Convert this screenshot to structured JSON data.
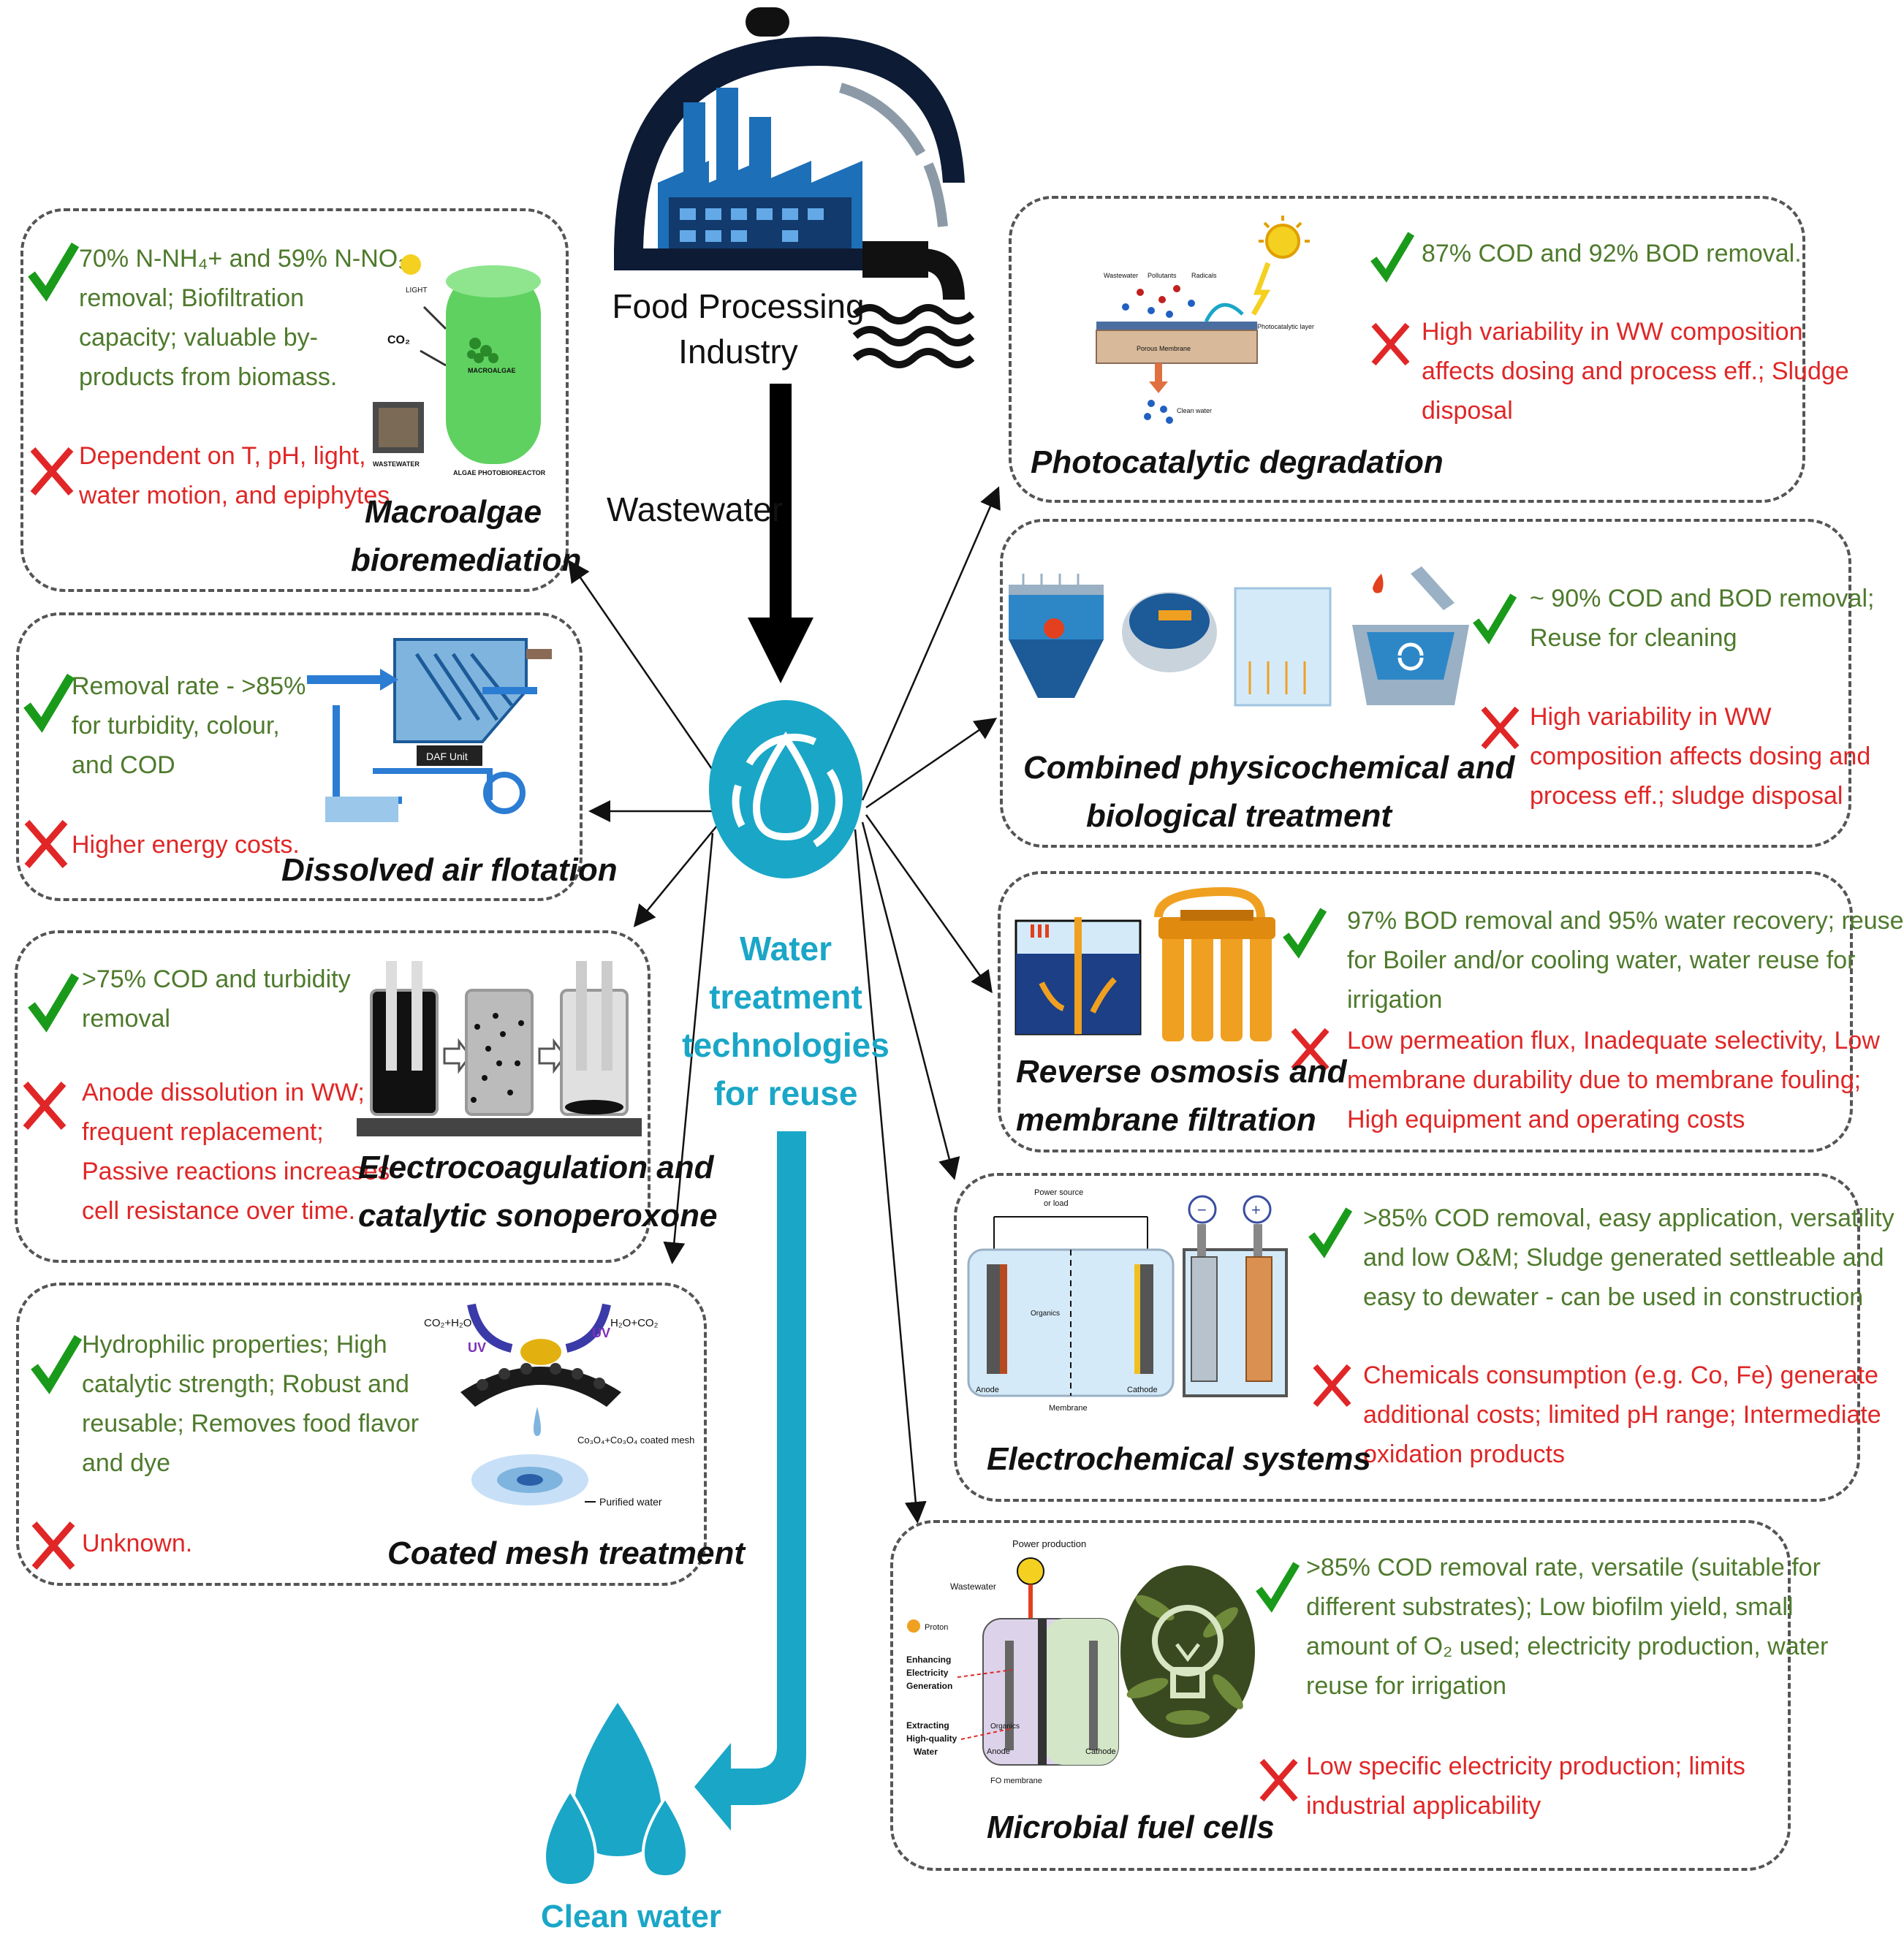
{
  "header": {
    "industry_line1": "Food Processing",
    "industry_line2": "Industry",
    "wastewater_label": "Wastewater"
  },
  "center": {
    "line1": "Water",
    "line2": "treatment",
    "line3": "technologies",
    "line4": "for reuse"
  },
  "clean_water_label": "Clean water",
  "colors": {
    "accent": "#1aa6c7",
    "pro": "#4e7a2c",
    "con": "#e02626",
    "check": "#1a9a1a",
    "cross": "#e02626"
  },
  "panels": {
    "macroalgae": {
      "title1": "Macroalgae",
      "title2": "bioremediation",
      "pros": [
        "70% N-NH₄+ and 59% N-NO₃",
        "removal; Biofiltration",
        "capacity; valuable by-",
        "products from biomass."
      ],
      "cons": [
        "Dependent  on T, pH, light,",
        "water motion, and epiphytes"
      ],
      "img_labels": {
        "light": "LIGHT",
        "co2": "CO₂",
        "wastewater": "WASTEWATER",
        "reactor": "ALGAE PHOTOBIOREACTOR",
        "macroalgae": "MACROALGAE"
      }
    },
    "daf": {
      "title": "Dissolved air flotation",
      "pros": [
        "Removal rate - >85%",
        "for turbidity,  colour,",
        "and COD"
      ],
      "cons": [
        "Higher  energy costs."
      ],
      "img_labels": {
        "unit": "DAF Unit"
      }
    },
    "electrocoag": {
      "title1": "Electrocoagulation and",
      "title2": "catalytic sonoperoxone",
      "pros": [
        ">75% COD and turbidity",
        "removal"
      ],
      "cons": [
        "Anode dissolution in WW;",
        "frequent replacement;",
        "Passive reactions increases",
        "cell resistance over time."
      ]
    },
    "mesh": {
      "title": "Coated mesh treatment",
      "pros": [
        "Hydrophilic  properties;  High",
        "catalytic strength;  Robust and",
        "reusable;  Removes food flavor",
        "and dye"
      ],
      "cons": [
        "Unknown."
      ],
      "img_labels": {
        "left": "CO₂+H₂O",
        "right": "H₂O+CO₂",
        "uv": "UV",
        "mesh": "Co₃O₄+Co₃O₄ coated mesh",
        "water": "Purified water"
      }
    },
    "photocat": {
      "title": "Photocatalytic degradation",
      "pros": [
        "87% COD and 92% BOD removal."
      ],
      "cons": [
        "High variability in WW composition",
        "affects dosing and process eff.; Sludge",
        "disposal"
      ],
      "img_labels": {
        "ww": "Wastewater",
        "pol": "Pollutants",
        "rad": "Radicals",
        "layer": "Photocatalytic layer",
        "membrane": "Porous Membrane",
        "clean": "Clean water"
      }
    },
    "combined": {
      "title1": "Combined physicochemical and",
      "title2": "biological treatment",
      "pros": [
        "~ 90% COD and BOD removal;",
        "Reuse for cleaning"
      ],
      "cons": [
        "High variability in WW",
        "composition affects dosing and",
        "process eff.; sludge disposal"
      ]
    },
    "ro": {
      "title1": "Reverse osmosis and",
      "title2": "membrane filtration",
      "pros": [
        "97% BOD removal and 95% water recovery; reuse",
        "for Boiler and/or cooling water, water reuse for",
        "irrigation"
      ],
      "cons": [
        "Low permeation flux, Inadequate selectivity, Low",
        "membrane durability due to membrane fouling;",
        "High equipment  and operating costs"
      ]
    },
    "electrochem": {
      "title": "Electrochemical systems",
      "pros": [
        ">85% COD removal, easy application, versatility",
        "and low O&M; Sludge generated settleable and",
        "easy to dewater - can be used in construction"
      ],
      "cons": [
        "Chemicals consumption (e.g. Co, Fe) generate",
        "additional costs; limited pH range; Intermediate",
        "oxidation products"
      ],
      "img_labels": {
        "power": "Power source",
        "load": "or load",
        "anode": "Anode",
        "cathode": "Cathode",
        "membrane": "Membrane",
        "organics": "Organics",
        "minus": "−",
        "plus": "+"
      }
    },
    "mfc": {
      "title": "Microbial fuel cells",
      "pros": [
        ">85% COD removal rate, versatile (suitable for",
        "different substrates); Low biofilm yield, small",
        "amount of O₂ used; electricity production, water",
        "reuse for irrigation"
      ],
      "cons": [
        "Low specific electricity production; limits",
        "industrial applicability"
      ],
      "img_labels": {
        "power": "Power production",
        "ww": "Wastewater",
        "proton": "Proton",
        "enh": "Enhancing",
        "elec": "Electricity",
        "gen": "Generation",
        "ext": "Extracting",
        "hq": "High-quality",
        "water": "Water",
        "anode": "Anode",
        "cathode": "Cathode",
        "fo": "FO membrane",
        "organics": "Organics"
      }
    }
  }
}
